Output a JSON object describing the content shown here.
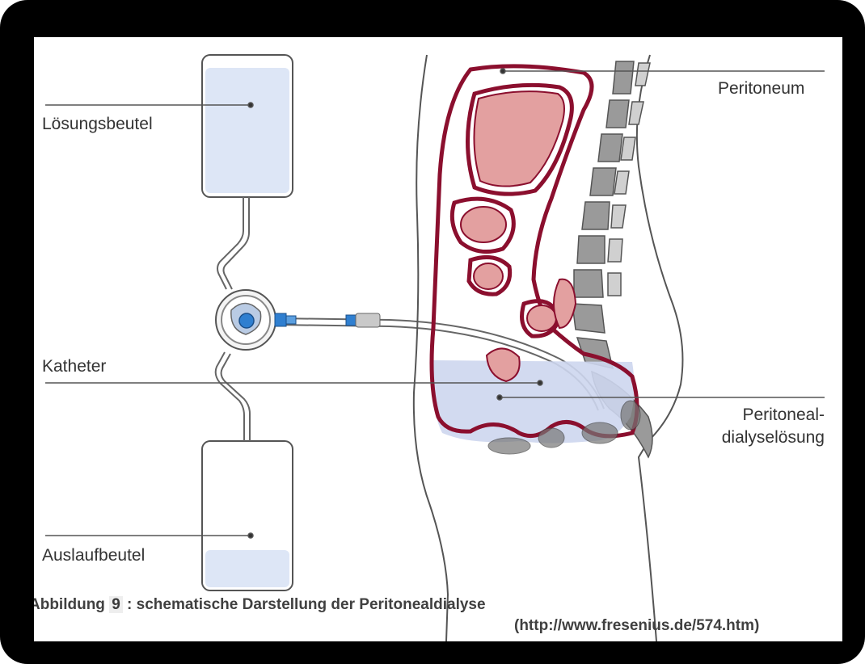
{
  "labels": {
    "solution_bag": "Lösungsbeutel",
    "catheter": "Katheter",
    "drain_bag": "Auslaufbeutel",
    "peritoneum": "Peritoneum",
    "dialysis_solution_line1": "Peritoneal-",
    "dialysis_solution_line2": "dialyselösung"
  },
  "caption": {
    "prefix": "Abbildung ",
    "number": "9",
    "text": " : schematische Darstellung der Peritonealdialyse",
    "source": "(http://www.fresenius.de/574.htm)"
  },
  "colors": {
    "frame": "#000000",
    "peritoneum": "#8b0f2e",
    "organ_fill": "#e3a0a0",
    "fluid": "#cdd6ee",
    "spine": "#9a9a9a",
    "connector": "#2f7fd0"
  }
}
